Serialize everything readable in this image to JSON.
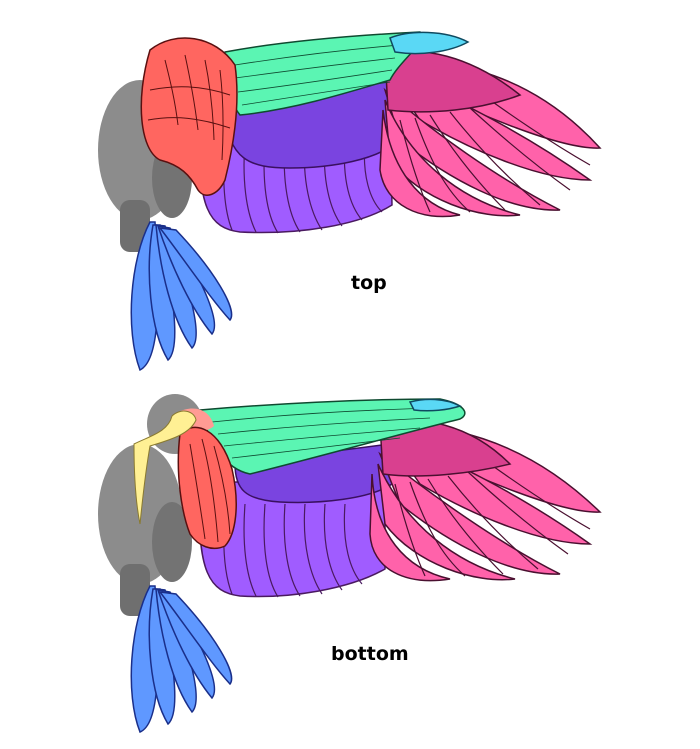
{
  "labels": {
    "top": "top",
    "bottom": "bottom"
  },
  "colors": {
    "body_light": "#8c8c8c",
    "body_dark": "#6f6f6f",
    "alula_scapular": "#ff6660",
    "coverts_green": "#5bf5b3",
    "primary_coverts_cyan": "#5ad8f5",
    "secondaries_dark": "#7a44e0",
    "secondaries": "#a05cff",
    "primaries_dark": "#d9408f",
    "primaries": "#ff62aa",
    "tail": "#5f98ff",
    "bone": "#fff094",
    "skin": "#ff9b94",
    "outline_dark": "#4a1030",
    "outline_tail": "#1a2f8a"
  },
  "views": [
    {
      "id": "top",
      "caption_key": "top"
    },
    {
      "id": "bottom",
      "caption_key": "bottom"
    }
  ]
}
